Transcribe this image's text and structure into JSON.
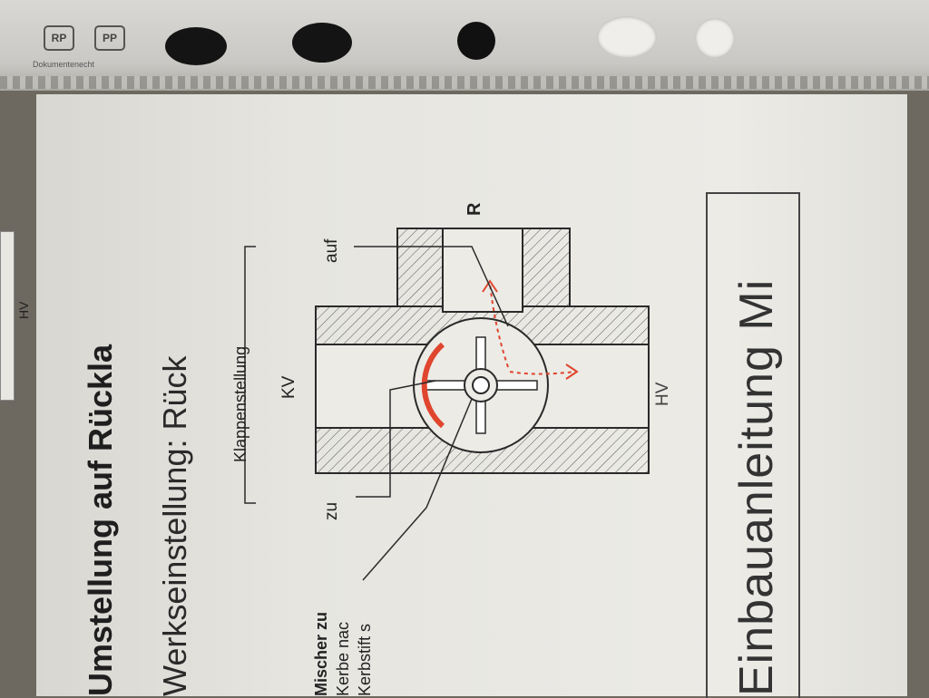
{
  "sheet_protector": {
    "logo_left": "RP",
    "logo_right": "PP",
    "caption": "Dokumentenecht"
  },
  "document": {
    "title": "Einbauanleitung Mi",
    "heading_1": "Werkseinstellung: Rück",
    "heading_2": "Umstellung auf Rückla",
    "left_scrap_label": "HV"
  },
  "diagram": {
    "label_R": "R",
    "label_auf": "auf",
    "label_zu": "zu",
    "label_KV": "KV",
    "label_HV": "HV",
    "label_klappenstellung": "Klappenstellung",
    "note_lines": [
      "Kerbstift s",
      "Kerbe nac",
      "Mischer zu"
    ],
    "colors": {
      "paper": "#ecebe6",
      "ink": "#2a2a2a",
      "marker_red": "#e0452e"
    }
  }
}
